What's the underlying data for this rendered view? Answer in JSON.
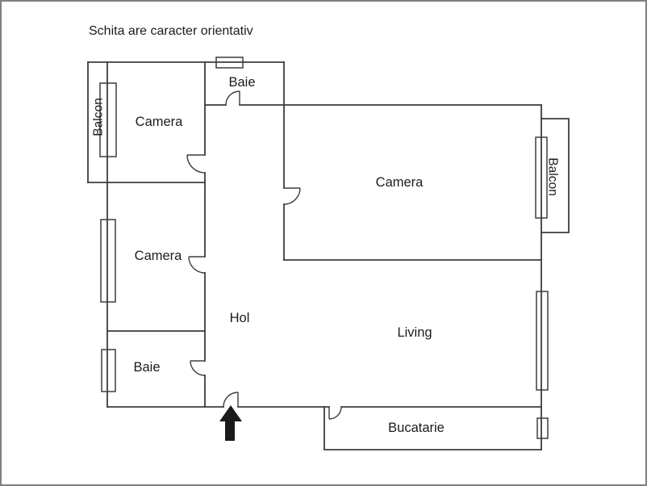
{
  "title": "Schita are caracter orientativ",
  "colors": {
    "wall": "#3d3d3d",
    "frame": "#7f7f7f",
    "text": "#1c1c1c",
    "arrow": "#1a1a1a",
    "background": "#ffffff"
  },
  "floorplan": {
    "rooms": {
      "camera_top_left": {
        "label": "Camera"
      },
      "baie_top": {
        "label": "Baie"
      },
      "camera_main": {
        "label": "Camera"
      },
      "balcon_right": {
        "label": "Balcon"
      },
      "camera_mid_left": {
        "label": "Camera"
      },
      "baie_bottom": {
        "label": "Baie"
      },
      "hol": {
        "label": "Hol"
      },
      "living": {
        "label": "Living"
      },
      "bucatarie": {
        "label": "Bucatarie"
      },
      "balcon_left": {
        "label": "Balcon"
      }
    },
    "icons": {
      "entrance_arrow": "up-arrow"
    }
  }
}
